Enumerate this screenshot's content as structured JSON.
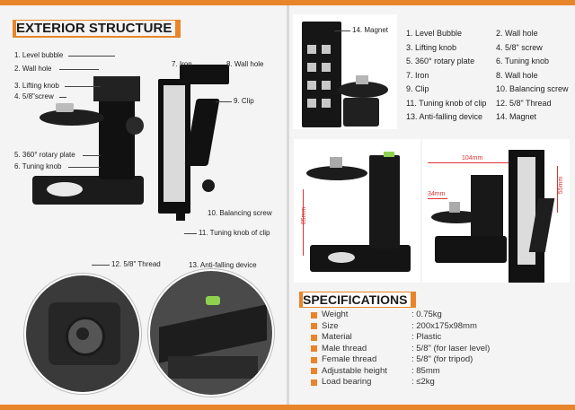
{
  "exterior": {
    "title": "EXTERIOR STRUCTURE",
    "labels": {
      "level_bubble": "1. Level bubble",
      "wall_hole": "2. Wall hole",
      "lifting_knob": "3. Lifting knob",
      "screw": "4. 5/8\"screw",
      "rotary_plate": "5. 360° rotary plate",
      "tuning_knob": "6. Tuning knob",
      "iron": "7. Iron",
      "wall_hole_8": "8. Wall hole",
      "clip": "9. Clip",
      "balancing_screw": "10. Balancing screw",
      "tuning_knob_clip": "11. Tuning knob of clip",
      "thread": "12. 5/8\" Thread",
      "anti_falling": "13. Anti-falling device"
    }
  },
  "magnet_label": "14. Magnet",
  "legend": {
    "left": [
      "1. Level Bubble",
      "3. Lifting knob",
      "5. 360° rotary plate",
      "7. Iron",
      "9. Clip",
      "11. Tuning knob of clip",
      "13. Anti-falling device"
    ],
    "right": [
      "2. Wall hole",
      "4. 5/8\" screw",
      "6. Tuning knob",
      "8. Wall hole",
      "10. Balancing screw",
      "12. 5/8\" Thread",
      "14. Magnet"
    ]
  },
  "dimensions": {
    "height": "85mm",
    "width": "104mm",
    "small": "34mm",
    "clip": "55mm"
  },
  "specs": {
    "title": "SPECIFICATIONS",
    "rows": [
      {
        "k": "Weight",
        "v": ": 0.75kg"
      },
      {
        "k": "Size",
        "v": ": 200x175x98mm"
      },
      {
        "k": "Material",
        "v": ": Plastic"
      },
      {
        "k": "Male thread",
        "v": ": 5/8\" (for laser level)"
      },
      {
        "k": "Female thread",
        "v": ": 5/8\" (for tripod)"
      },
      {
        "k": "Adjustable height",
        "v": ": 85mm"
      },
      {
        "k": "Load bearing",
        "v": ": ≤2kg"
      }
    ]
  },
  "colors": {
    "accent": "#e8852a",
    "product": "#111111"
  }
}
